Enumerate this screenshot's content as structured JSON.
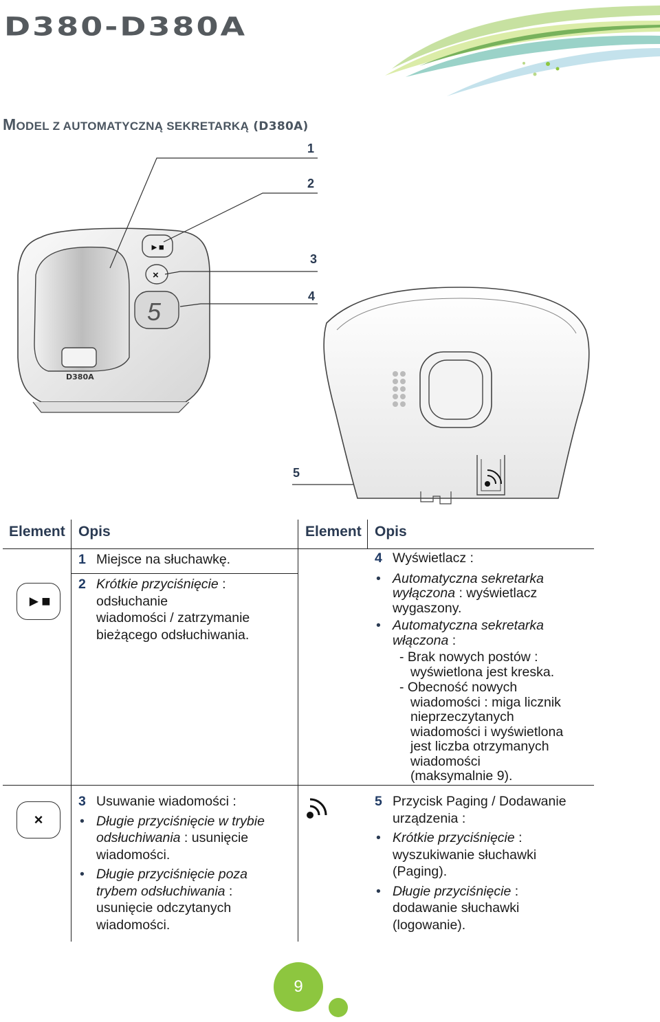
{
  "header": {
    "title": "D380-D380A"
  },
  "section": {
    "heading_cap": "M",
    "heading_rest": "ODEL Z AUTOMATYCZNĄ SEKRETARKĄ",
    "heading_model": "(D380A)"
  },
  "diagram": {
    "callouts": [
      "1",
      "2",
      "3",
      "4",
      "5"
    ],
    "base_label": "D380A",
    "display_digit": "5",
    "play_symbol": "►■",
    "delete_symbol": "×"
  },
  "table": {
    "headers": [
      "Element",
      "Opis",
      "Element",
      "Opis"
    ],
    "rows": {
      "r1": {
        "num": "1",
        "text": "Miejsce na słuchawkę."
      },
      "r2": {
        "num": "2",
        "lead_it": "Krótkie przyciśnięcie",
        "lead_rest": " :",
        "l2": "odsłuchanie",
        "l3": "wiadomości / zatrzymanie",
        "l4": "bieżącego odsłuchiwania.",
        "icon": "►■"
      },
      "r3": {
        "num": "3",
        "title": "Usuwanie wiadomości :",
        "b1_it1": "Długie przyciśnięcie w trybie",
        "b1_it2": "odsłuchiwania",
        "b1_rest2": " : usunięcie",
        "b1_l3": "wiadomości.",
        "b2_it1": "Długie przyciśnięcie poza",
        "b2_it2": "trybem odsłuchiwania",
        "b2_rest2": " :",
        "b2_l3": "usunięcie odczytanych",
        "b2_l4": "wiadomości.",
        "icon": "×"
      },
      "r4": {
        "num": "4",
        "title": "Wyświetlacz :",
        "b1_it1": "Automatyczna sekretarka",
        "b1_it2": "wyłączona",
        "b1_rest2": " : wyświetlacz",
        "b1_l3": "wygaszony.",
        "b2_it1": "Automatyczna sekretarka",
        "b2_it2": "włączona",
        "b2_rest2": " :",
        "s1_l1": "- Brak nowych postów :",
        "s1_l2": "wyświetlona jest kreska.",
        "s2_l1": "- Obecność nowych",
        "s2_l2": "wiadomości : miga licznik",
        "s2_l3": "nieprzeczytanych",
        "s2_l4": "wiadomości i wyświetlona",
        "s2_l5": "jest liczba otrzymanych",
        "s2_l6": "wiadomości",
        "s2_l7": "(maksymalnie 9)."
      },
      "r5": {
        "num": "5",
        "title_l1": "Przycisk Paging / Dodawanie",
        "title_l2": "urządzenia :",
        "b1_it": "Krótkie przyciśnięcie",
        "b1_rest": " :",
        "b1_l2": "wyszukiwanie słuchawki",
        "b1_l3": "(Paging).",
        "b2_it": "Długie przyciśnięcie",
        "b2_rest": " :",
        "b2_l2": "dodawanie słuchawki",
        "b2_l3": "(logowanie)."
      }
    },
    "bullet": "•"
  },
  "footer": {
    "page_number": "9"
  },
  "colors": {
    "title_gray": "#555a5e",
    "accent_green": "#8dc63f",
    "heading_navy": "#2a3a52"
  }
}
